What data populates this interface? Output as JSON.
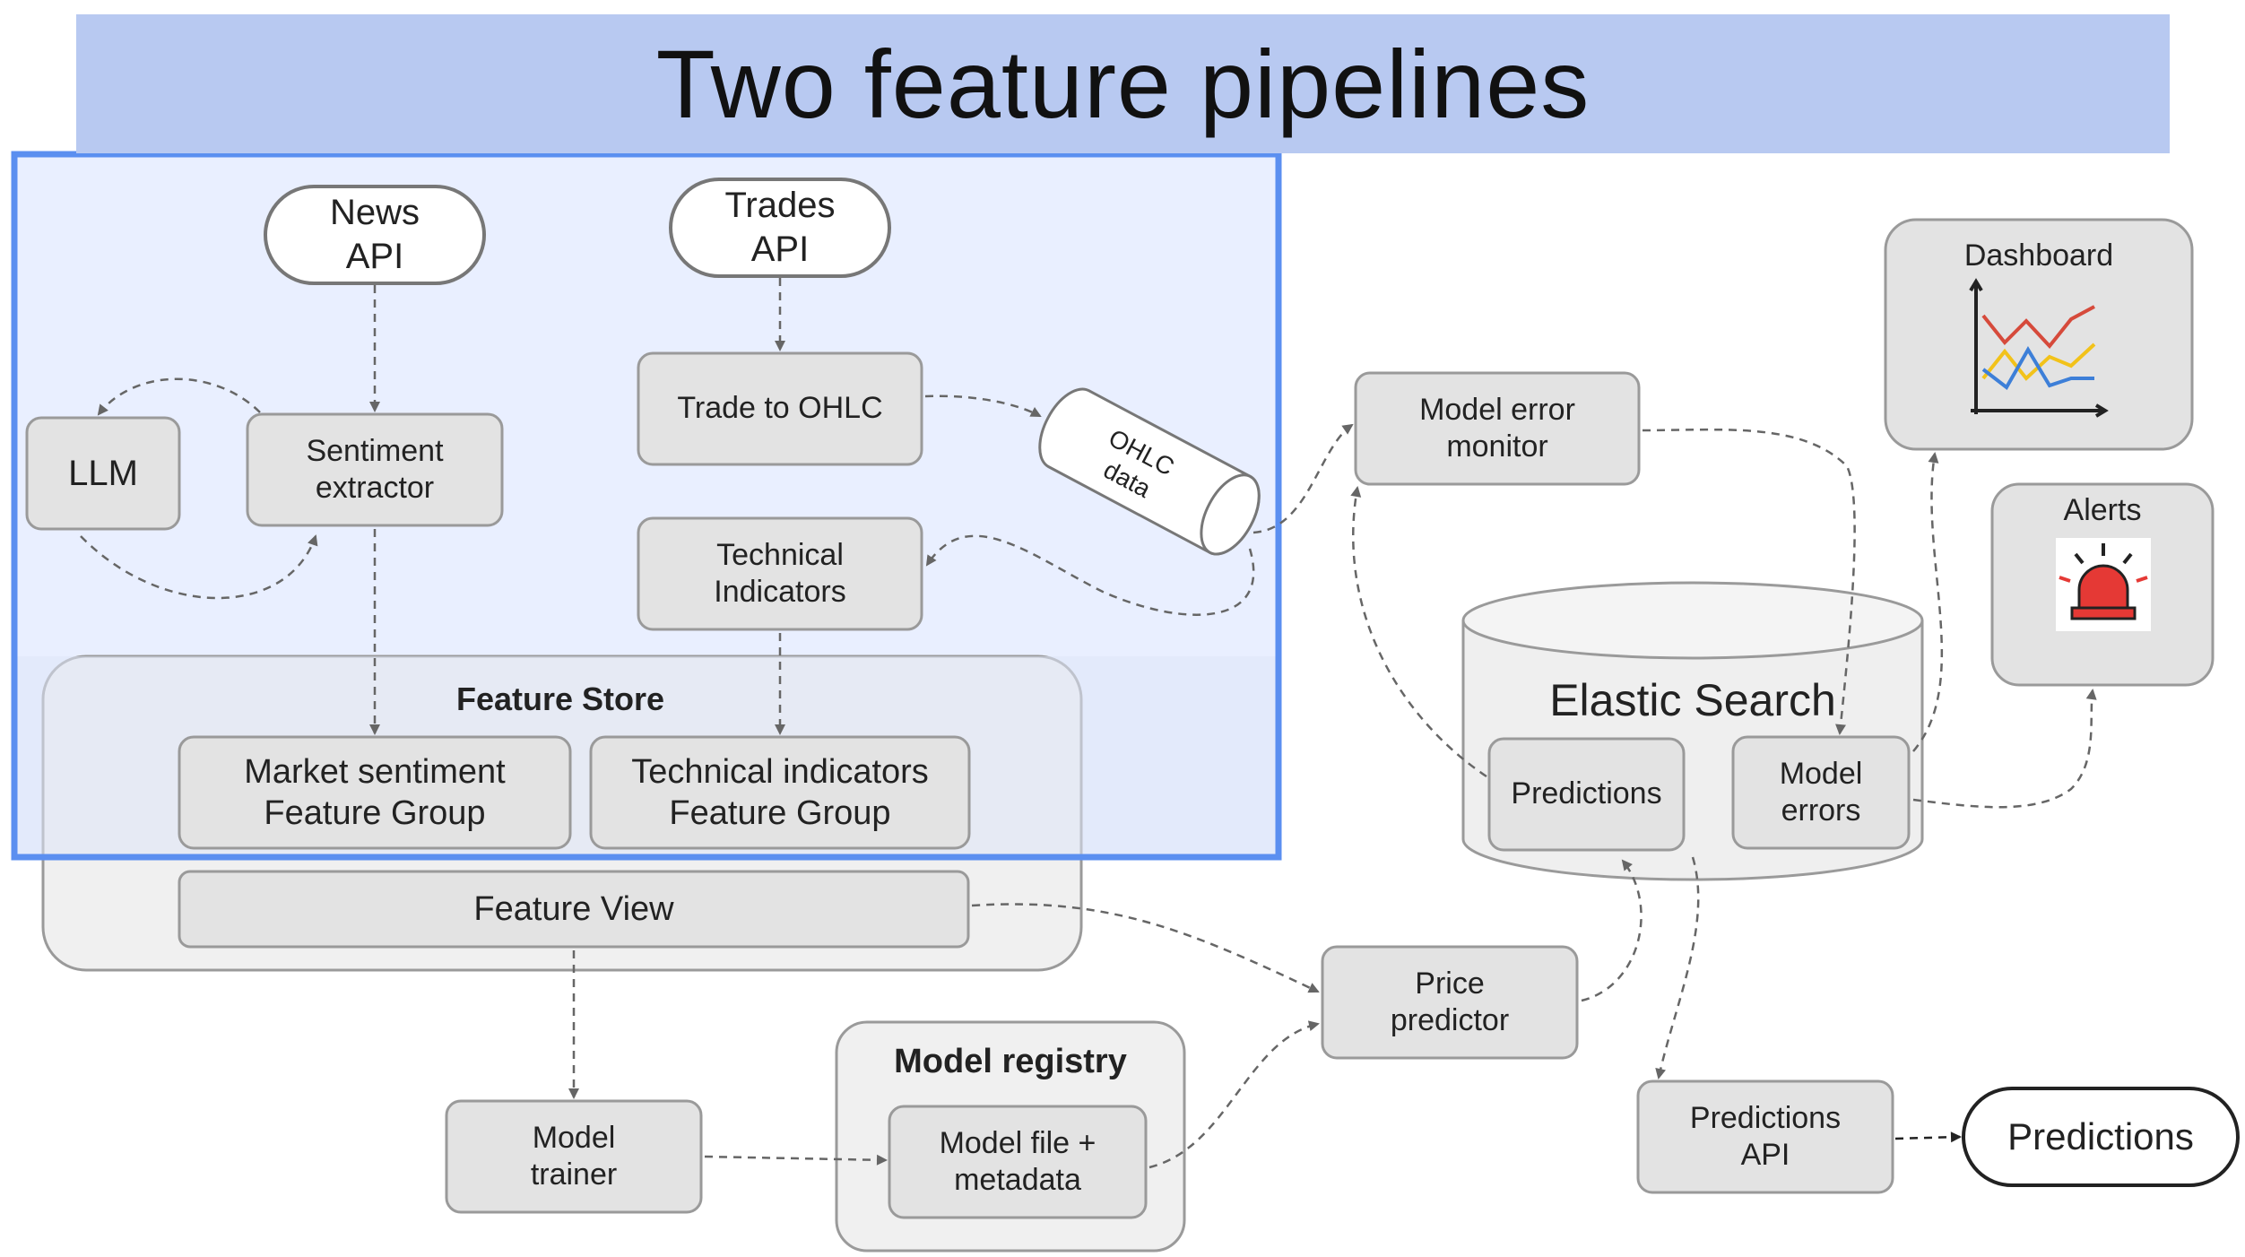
{
  "title": "Two feature pipelines",
  "nodes": {
    "news_api": "News\nAPI",
    "trades_api": "Trades\nAPI",
    "llm": "LLM",
    "sentiment_extractor": "Sentiment\nextractor",
    "trade_to_ohlc": "Trade to OHLC",
    "ohlc_data": "OHLC\ndata",
    "technical_indicators": "Technical\nIndicators",
    "feature_store": "Feature Store",
    "market_sentiment_fg": "Market sentiment\nFeature Group",
    "technical_indicators_fg": "Technical indicators\nFeature Group",
    "feature_view": "Feature View",
    "model_trainer": "Model\ntrainer",
    "model_registry": "Model registry",
    "model_file": "Model file +\nmetadata",
    "price_predictor": "Price\npredictor",
    "model_error_monitor": "Model error\nmonitor",
    "elastic_search": "Elastic Search",
    "es_predictions": "Predictions",
    "es_model_errors": "Model\nerrors",
    "dashboard": "Dashboard",
    "alerts": "Alerts",
    "predictions_api": "Predictions\nAPI",
    "predictions_out": "Predictions"
  },
  "colors": {
    "title_band": "#b8c9f1",
    "highlight_border": "#5b8ff0",
    "highlight_fill": "#e9efff",
    "node_fill": "#e3e3e3",
    "node_stroke": "#9a9a9a",
    "group_fill": "#f0f0f0",
    "edge": "#6b6b6b",
    "alert_red": "#e53935"
  },
  "icons": [
    "line-chart-icon",
    "siren-icon"
  ]
}
